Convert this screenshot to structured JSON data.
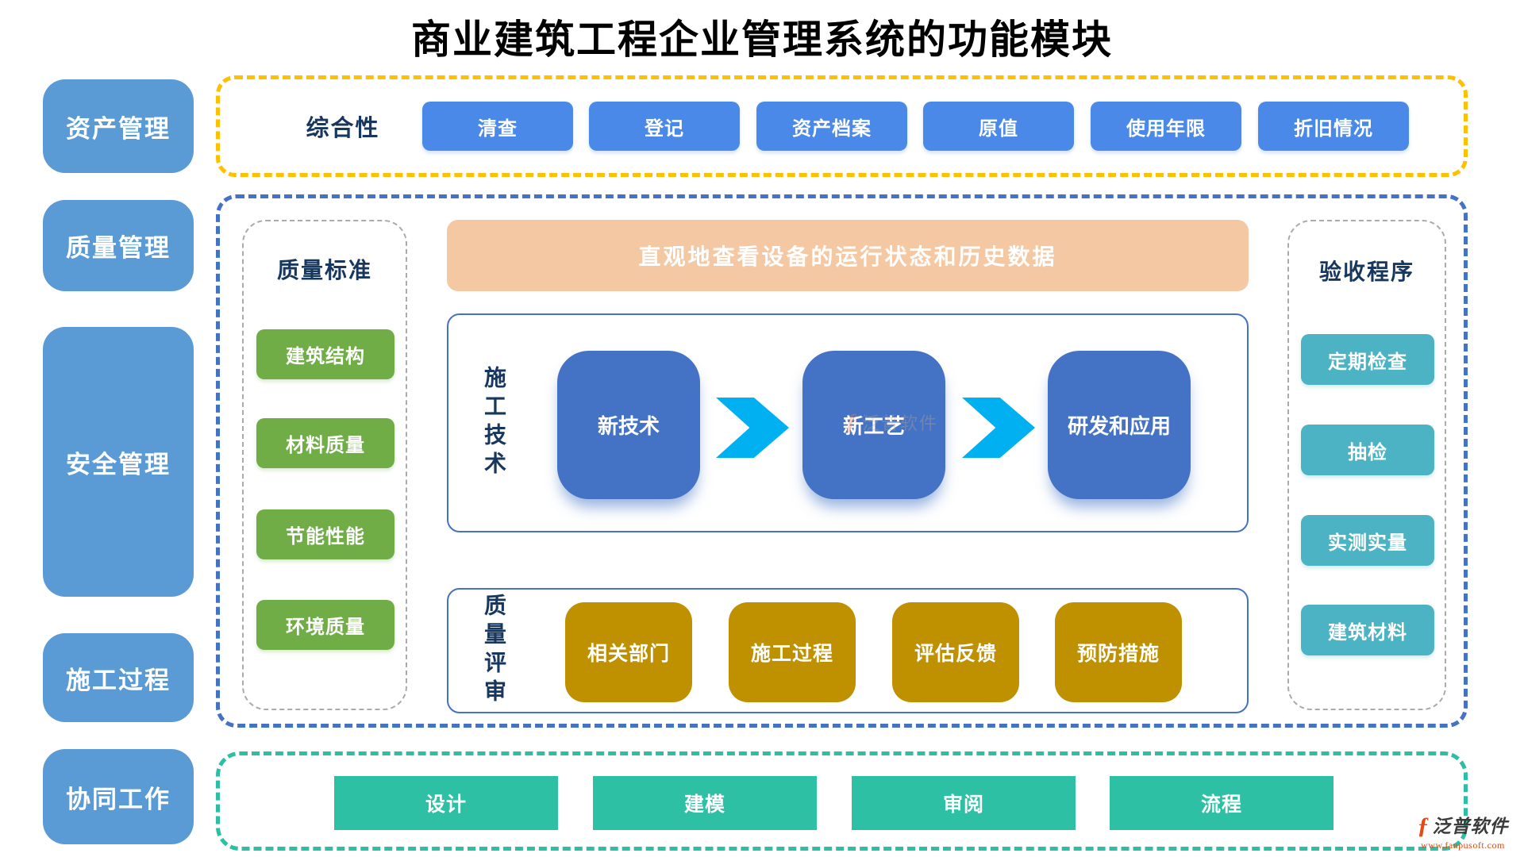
{
  "title": "商业建筑工程企业管理系统的功能模块",
  "sidebar": {
    "items": [
      "资产管理",
      "质量管理",
      "安全管理",
      "施工过程",
      "协同工作"
    ]
  },
  "asset_section": {
    "label": "综合性",
    "buttons": [
      "清查",
      "登记",
      "资产档案",
      "原值",
      "使用年限",
      "折旧情况"
    ]
  },
  "quality_section": {
    "standards": {
      "title": "质量标准",
      "items": [
        "建筑结构",
        "材料质量",
        "节能性能",
        "环境质量"
      ]
    },
    "banner": "直观地查看设备的运行状态和历史数据",
    "construction_tech": {
      "label": "施工技术",
      "steps": [
        "新技术",
        "新工艺",
        "研发和应用"
      ]
    },
    "quality_review": {
      "label": "质量评审",
      "items": [
        "相关部门",
        "施工过程",
        "评估反馈",
        "预防措施"
      ]
    },
    "acceptance": {
      "title": "验收程序",
      "items": [
        "定期检查",
        "抽检",
        "实测实量",
        "建筑材料"
      ]
    }
  },
  "collaboration_section": {
    "buttons": [
      "设计",
      "建模",
      "审阅",
      "流程"
    ]
  },
  "watermark": {
    "brand": "泛普软件",
    "url": "www.fanpusoft.com",
    "icon_glyph": "ƒ"
  },
  "colors": {
    "sidebar_blue": "#5B9BD5",
    "button_blue": "#4A89E8",
    "step_blue": "#4472C4",
    "green": "#70AD47",
    "gold": "#BF9000",
    "teal": "#4BB3C3",
    "mint": "#2EC0A4",
    "peach": "#F5C8A4",
    "arrow_cyan": "#00B0F0",
    "border_yellow": "#FFC000",
    "border_blue": "#4472C4",
    "border_mint": "#2DBFA3",
    "navy_text": "#17375E"
  }
}
